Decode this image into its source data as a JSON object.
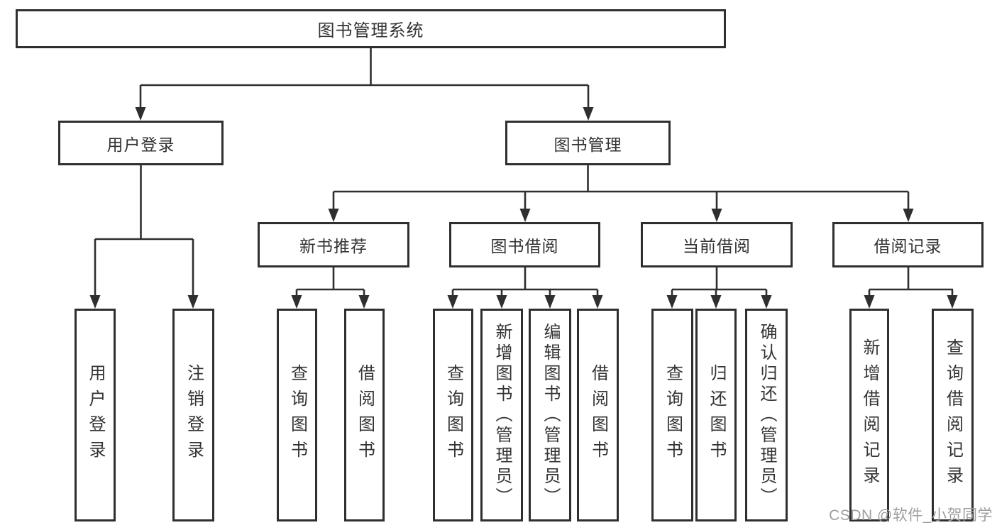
{
  "colors": {
    "line": "#2f2f2f",
    "text": "#333333",
    "watermark": "#9e9e9e",
    "background": "#ffffff"
  },
  "diagram": {
    "type": "tree",
    "root": {
      "label": "图书管理系统"
    },
    "branches": [
      {
        "label": "用户登录",
        "children": [
          "用户登录",
          "注销登录"
        ]
      },
      {
        "label": "图书管理",
        "children": [
          {
            "label": "新书推荐",
            "children": [
              "查询图书",
              "借阅图书"
            ]
          },
          {
            "label": "图书借阅",
            "children": [
              "查询图书",
              "新增图书（管理员）",
              "编辑图书（管理员）",
              "借阅图书"
            ]
          },
          {
            "label": "当前借阅",
            "children": [
              "查询图书",
              "归还图书",
              "确认归还（管理员）"
            ]
          },
          {
            "label": "借阅记录",
            "children": [
              "新增借阅记录",
              "查询借阅记录"
            ]
          }
        ]
      }
    ]
  },
  "watermark": {
    "text": "CSDN @软件_小贺同学"
  }
}
